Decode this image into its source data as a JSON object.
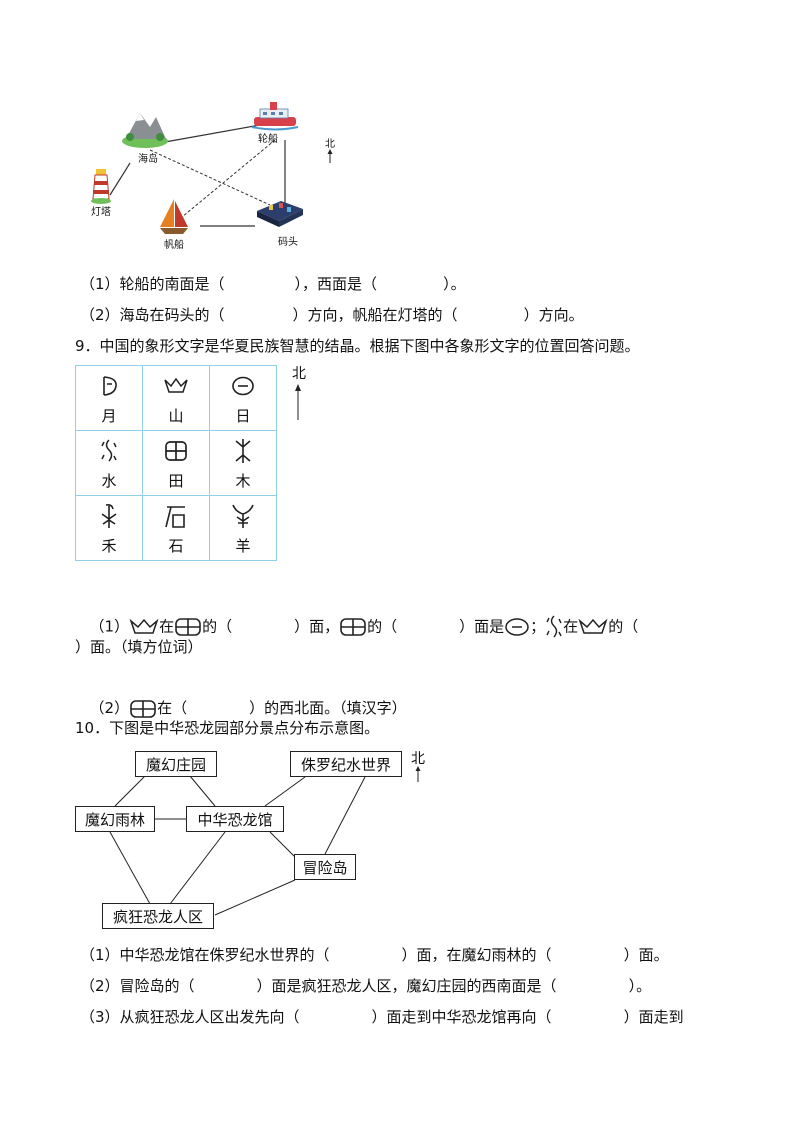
{
  "q8": {
    "map": {
      "labels": {
        "island": "海岛",
        "steamer": "轮船",
        "lighthouse": "灯塔",
        "sailboat": "帆船",
        "dock": "码头"
      },
      "north": "北"
    },
    "questions": [
      {
        "prefix": "（1）轮船的南面是（",
        "mid": "），西面是（",
        "suffix": "）。"
      },
      {
        "prefix": "（2）海岛在码头的（",
        "mid": "）方向，帆船在灯塔的（",
        "suffix": "）方向。"
      }
    ]
  },
  "q9": {
    "title": "9．中国的象形文字是华夏民族智慧的结晶。根据下图中各象形文字的位置回答问题。",
    "north": "北",
    "grid": [
      [
        {
          "glyph": "moon",
          "label": "月"
        },
        {
          "glyph": "mountain",
          "label": "山"
        },
        {
          "glyph": "sun",
          "label": "日"
        }
      ],
      [
        {
          "glyph": "water",
          "label": "水"
        },
        {
          "glyph": "field",
          "label": "田"
        },
        {
          "glyph": "tree",
          "label": "木"
        }
      ],
      [
        {
          "glyph": "grain",
          "label": "禾"
        },
        {
          "glyph": "stone",
          "label": "石"
        },
        {
          "glyph": "sheep",
          "label": "羊"
        }
      ]
    ],
    "q1": {
      "p1": "（1）",
      "p2": "在",
      "p3": "的（",
      "p4": "）面，",
      "p5": "的（",
      "p6": "）面是",
      "p7": "；",
      "p8": "在",
      "p9": "的（",
      "line2": "）面。（填方位词）"
    },
    "q2": {
      "p1": "（2）",
      "p2": "在（",
      "p3": "）的西北面。（填汉字）"
    }
  },
  "q10": {
    "title": "10．下图是中华恐龙园部分景点分布示意图。",
    "north": "北",
    "nodes": {
      "magic_manor": "魔幻庄园",
      "jurassic": "侏罗纪水世界",
      "rainforest": "魔幻雨林",
      "dino_hall": "中华恐龙馆",
      "adventure": "冒险岛",
      "crazy_zone": "疯狂恐龙人区"
    },
    "questions": [
      {
        "prefix": "（1）中华恐龙馆在侏罗纪水世界的（",
        "mid": "）面，在魔幻雨林的（",
        "suffix": "）面。"
      },
      {
        "prefix": "（2）冒险岛的（",
        "mid": "）面是疯狂恐龙人区，魔幻庄园的西南面是（",
        "suffix": "）。"
      },
      {
        "prefix": "（3）从疯狂恐龙人区出发先向（",
        "mid": "）面走到中华恐龙馆再向（",
        "suffix": "）面走到"
      }
    ]
  }
}
